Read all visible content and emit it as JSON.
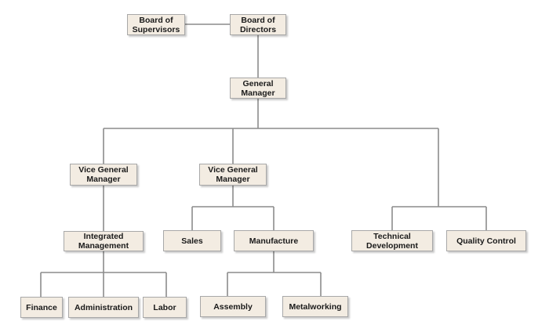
{
  "org_chart": {
    "colors": {
      "box_fill": "#f3ece2",
      "box_border": "#a8a8a8",
      "connector": "#8c8c8c",
      "text": "#1a1a1a"
    },
    "nodes": {
      "board_supervisors": "Board of\nSupervisors",
      "board_directors": "Board of\nDirectors",
      "general_manager": "General\nManager",
      "vgm_left": "Vice General\nManager",
      "vgm_mid": "Vice General\nManager",
      "integrated_management": "Integrated\nManagement",
      "sales": "Sales",
      "manufacture": "Manufacture",
      "technical_development": "Technical\nDevelopment",
      "quality_control": "Quality Control",
      "finance": "Finance",
      "administration": "Administration",
      "labor": "Labor",
      "assembly": "Assembly",
      "metalworking": "Metalworking"
    }
  }
}
